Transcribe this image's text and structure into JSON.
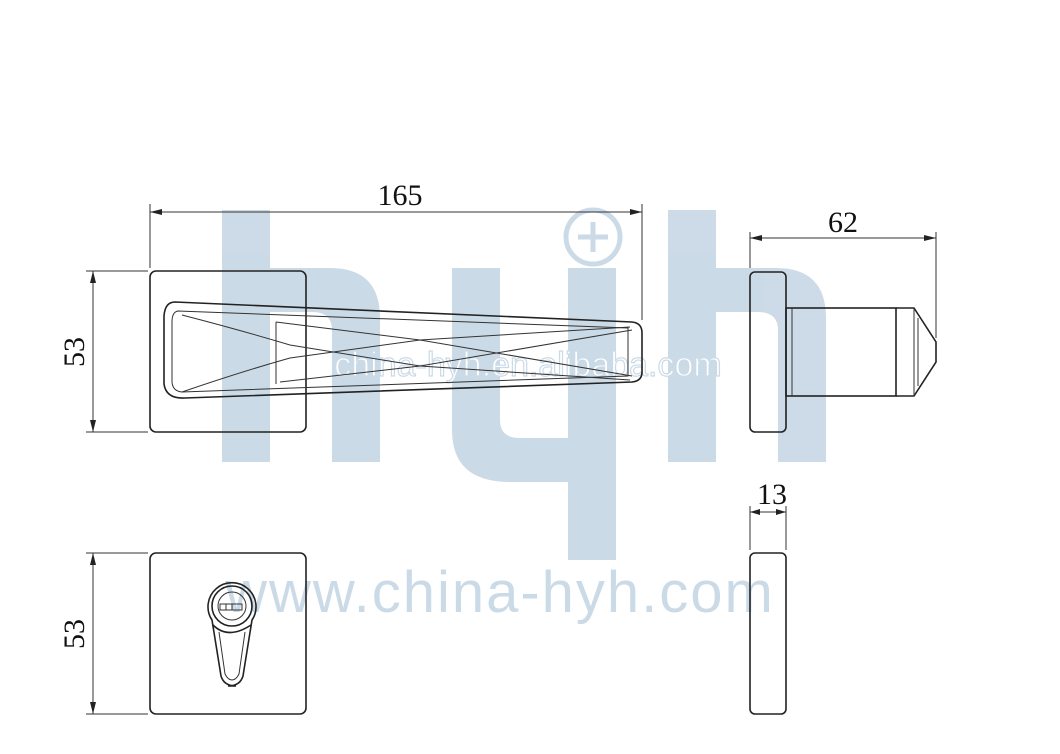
{
  "dimensions": {
    "handle_length": "165",
    "rose_height_top": "53",
    "projection_depth": "62",
    "rose_thickness": "13",
    "rose_height_bottom": "53"
  },
  "watermark": {
    "logo_letters": "hyh",
    "mid_text": "china-hyh.en.alibaba.com",
    "bottom_text": "www.china-hyh.com",
    "color": "#c9d9e6"
  }
}
